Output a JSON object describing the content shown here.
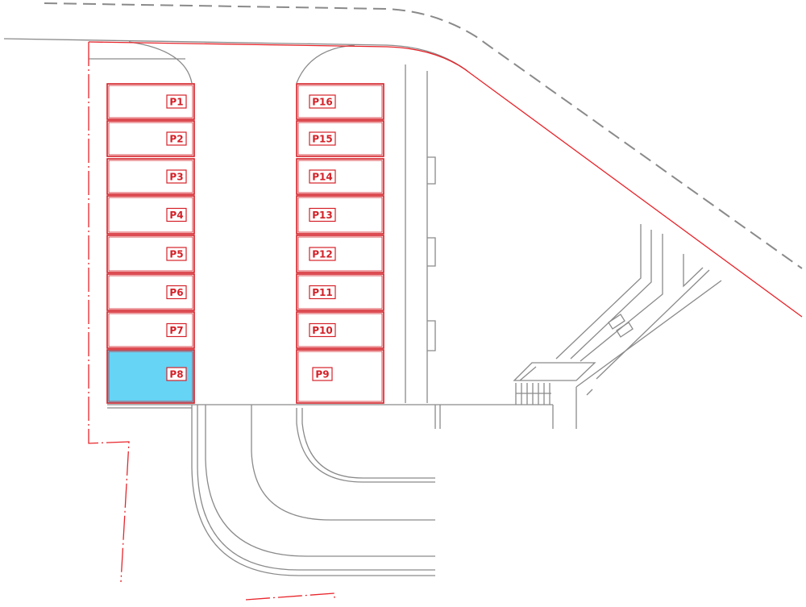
{
  "colors": {
    "slot_stroke": "#d42128",
    "selected_fill": "#66d4f5",
    "boundary": "#e8242a",
    "road": "#8a8a8a"
  },
  "selected_slot": "P8",
  "slots": [
    {
      "label": "P1"
    },
    {
      "label": "P2"
    },
    {
      "label": "P3"
    },
    {
      "label": "P4"
    },
    {
      "label": "P5"
    },
    {
      "label": "P6"
    },
    {
      "label": "P7"
    },
    {
      "label": "P8"
    },
    {
      "label": "P16"
    },
    {
      "label": "P15"
    },
    {
      "label": "P14"
    },
    {
      "label": "P13"
    },
    {
      "label": "P12"
    },
    {
      "label": "P11"
    },
    {
      "label": "P10"
    },
    {
      "label": "P9"
    }
  ]
}
